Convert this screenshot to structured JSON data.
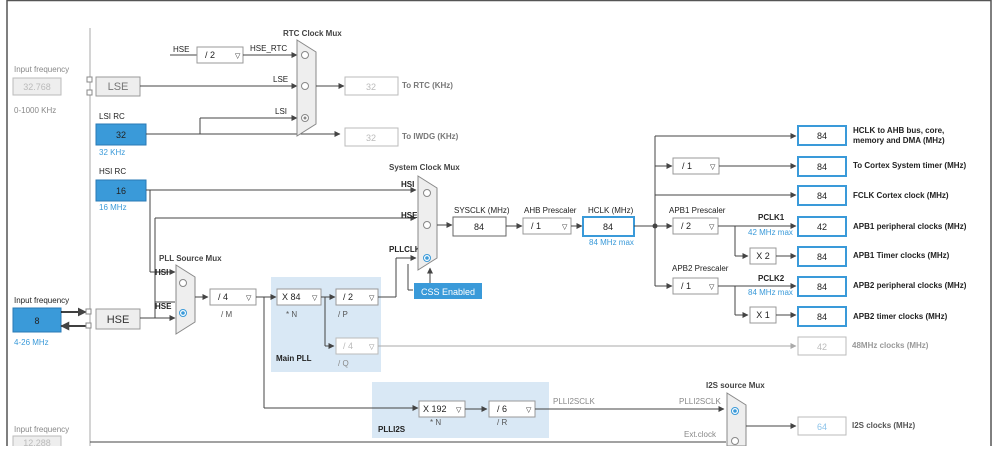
{
  "left": {
    "lse_input_label": "Input frequency",
    "lse_input_value": "32.768",
    "lse_range": "0-1000 KHz",
    "lse_block": "LSE",
    "lsi_label": "LSI RC",
    "lsi_value": "32",
    "lsi_freq": "32 KHz",
    "hsi_label": "HSI RC",
    "hsi_value": "16",
    "hsi_freq": "16 MHz",
    "hse_input_label": "Input frequency",
    "hse_input_value": "8",
    "hse_range": "4-26 MHz",
    "hse_block": "HSE",
    "bottom_input_label": "Input frequency",
    "bottom_input_value": "12.288"
  },
  "rtc": {
    "title": "RTC Clock Mux",
    "hse_label": "HSE",
    "div_value": "/ 2",
    "hse_rtc_label": "HSE_RTC",
    "lse_label": "LSE",
    "lsi_label": "LSI",
    "rtc_value": "32",
    "rtc_out": "To RTC (KHz)",
    "iwdg_value": "32",
    "iwdg_out": "To IWDG (KHz)"
  },
  "sysmux": {
    "title": "System Clock Mux",
    "hsi": "HSI",
    "hse": "HSE",
    "pllclk": "PLLCLK",
    "css": "CSS Enabled"
  },
  "pllsrc": {
    "title": "PLL Source Mux",
    "hsi": "HSI",
    "hse": "HSE",
    "m_value": "/ 4",
    "m_label": "/ M"
  },
  "mainpll": {
    "title": "Main PLL",
    "n_value": "X 84",
    "n_label": "* N",
    "p_value": "/ 2",
    "p_label": "/ P",
    "q_value": "/ 4",
    "q_label": "/ Q"
  },
  "plli2s": {
    "title": "PLLI2S",
    "n_value": "X 192",
    "n_label": "* N",
    "r_value": "/ 6",
    "r_label": "/ R",
    "out_label": "PLLI2SCLK"
  },
  "i2smux": {
    "title": "I2S source Mux",
    "plli2sclk": "PLLI2SCLK",
    "ext": "Ext.clock",
    "value": "64",
    "out": "I2S clocks (MHz)"
  },
  "bus": {
    "sysclk_label": "SYSCLK (MHz)",
    "sysclk_value": "84",
    "ahb_label": "AHB Prescaler",
    "ahb_value": "/ 1",
    "hclk_label": "HCLK (MHz)",
    "hclk_value": "84",
    "hclk_max": "84 MHz max",
    "apb1_label": "APB1 Prescaler",
    "apb1_value": "/ 2",
    "pclk1": "PCLK1",
    "pclk1_max": "42 MHz max",
    "apb1_timer_mult": "X 2",
    "apb2_label": "APB2 Prescaler",
    "apb2_value": "/ 1",
    "pclk2": "PCLK2",
    "pclk2_max": "84 MHz max",
    "apb2_timer_mult": "X 1",
    "cortex_div": "/ 1",
    "usb_value": "42",
    "usb_label": "48MHz clocks (MHz)"
  },
  "outputs": [
    {
      "value": "84",
      "label1": "HCLK to AHB bus, core,",
      "label2": "memory and DMA (MHz)"
    },
    {
      "value": "84",
      "label1": "To Cortex System timer (MHz)",
      "label2": ""
    },
    {
      "value": "84",
      "label1": "FCLK Cortex clock (MHz)",
      "label2": ""
    },
    {
      "value": "42",
      "label1": "APB1 peripheral clocks (MHz)",
      "label2": ""
    },
    {
      "value": "84",
      "label1": "APB1 Timer clocks (MHz)",
      "label2": ""
    },
    {
      "value": "84",
      "label1": "APB2 peripheral clocks (MHz)",
      "label2": ""
    },
    {
      "value": "84",
      "label1": "APB2 timer clocks (MHz)",
      "label2": ""
    }
  ]
}
